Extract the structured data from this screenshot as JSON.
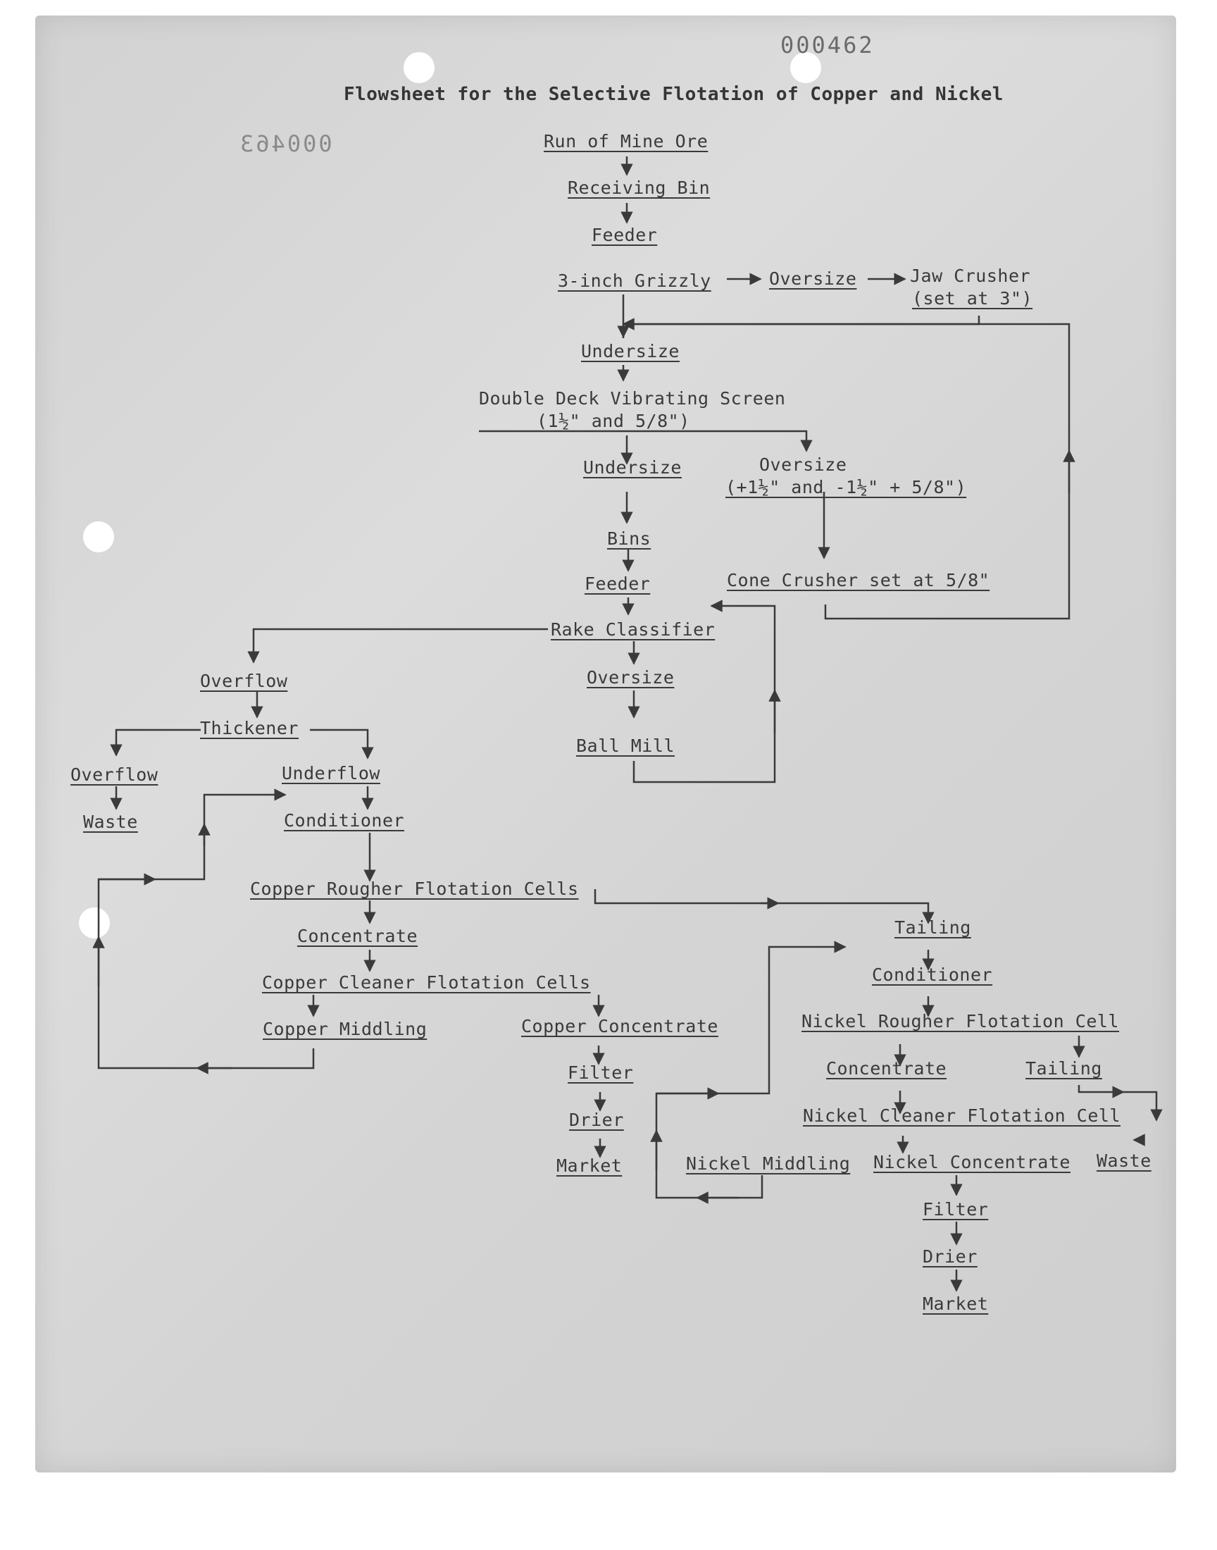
{
  "document": {
    "stamp_top": "000462",
    "stamp_mirror": "000463",
    "title": "Flowsheet for the Selective Flotation of Copper and Nickel"
  },
  "nodes": {
    "run_of_mine_ore": "Run of Mine Ore",
    "receiving_bin": "Receiving Bin",
    "feeder_1": "Feeder",
    "grizzly": "3-inch Grizzly",
    "oversize_1": "Oversize",
    "jaw_crusher": "Jaw Crusher",
    "jaw_set": "(set at 3\")",
    "undersize_1": "Undersize",
    "vibrating_screen": "Double Deck Vibrating Screen",
    "screen_sizes": "(1½\" and 5/8\")",
    "undersize_2": "Undersize",
    "oversize_2": "Oversize",
    "oversize_2_sizes": "(+1½\" and -1½\" + 5/8\")",
    "bins": "Bins",
    "feeder_2": "Feeder",
    "cone_crusher": "Cone Crusher set at 5/8\"",
    "rake_classifier": "Rake Classifier",
    "overflow_1": "Overflow",
    "oversize_3": "Oversize",
    "ball_mill": "Ball Mill",
    "thickener": "Thickener",
    "overflow_2": "Overflow",
    "underflow": "Underflow",
    "waste_1": "Waste",
    "conditioner_1": "Conditioner",
    "copper_rougher": "Copper Rougher Flotation Cells",
    "concentrate_1": "Concentrate",
    "tailing_1": "Tailing",
    "copper_cleaner": "Copper Cleaner Flotation Cells",
    "conditioner_2": "Conditioner",
    "copper_middling": "Copper Middling",
    "copper_concentrate": "Copper Concentrate",
    "nickel_rougher": "Nickel Rougher Flotation Cell",
    "filter_1": "Filter",
    "concentrate_2": "Concentrate",
    "tailing_2": "Tailing",
    "drier_1": "Drier",
    "nickel_cleaner": "Nickel Cleaner Flotation Cell",
    "market_1": "Market",
    "nickel_middling": "Nickel Middling",
    "nickel_concentrate": "Nickel Concentrate",
    "waste_2": "Waste",
    "filter_2": "Filter",
    "drier_2": "Drier",
    "market_2": "Market"
  },
  "colors": {
    "ink": "#3a3a3a",
    "paper": "#d6d6d6"
  }
}
